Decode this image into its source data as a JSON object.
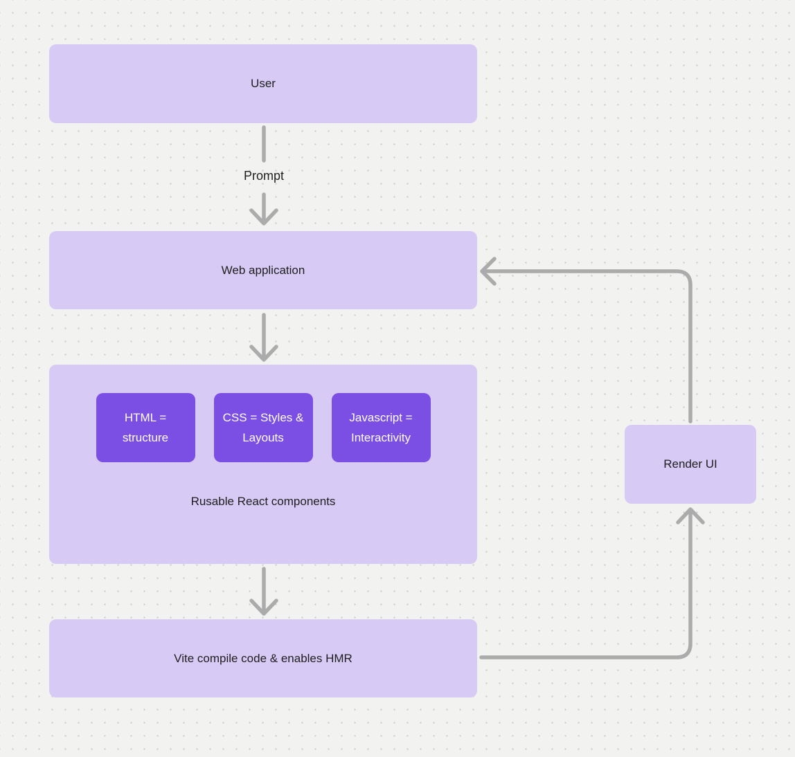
{
  "diagram": {
    "nodes": {
      "user": {
        "label": "User"
      },
      "web_application": {
        "label": "Web application"
      },
      "components": {
        "caption": "Rusable React components",
        "items": [
          {
            "label": "HTML = structure"
          },
          {
            "label": "CSS = Styles & Layouts"
          },
          {
            "label": "Javascript = Interactivity"
          }
        ]
      },
      "vite": {
        "label": "Vite compile code & enables HMR"
      },
      "render_ui": {
        "label": "Render UI"
      }
    },
    "edge_labels": {
      "prompt": "Prompt"
    },
    "colors": {
      "background": "#f2f2f1",
      "grid_dot": "#c8c8c8",
      "node_fill_light": "#d7cbf5",
      "node_fill_accent": "#7c4fe4",
      "connector": "#ababab",
      "text_dark": "#1e1e1e",
      "text_on_accent": "#ffffff"
    }
  }
}
